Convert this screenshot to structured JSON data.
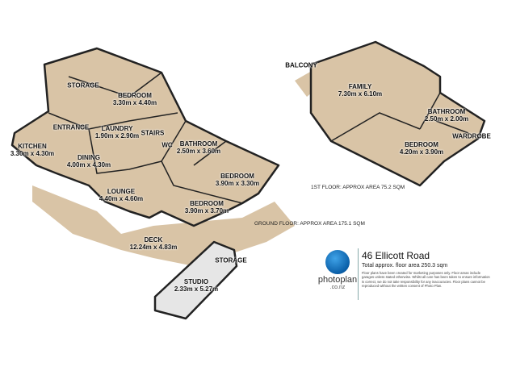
{
  "ground_floor": {
    "area_label": "GROUND FLOOR: APPROX AREA 175.1 SQM",
    "rooms": [
      {
        "name": "STORAGE",
        "dims": ""
      },
      {
        "name": "BEDROOM",
        "dims": "3.30m x 4.40m"
      },
      {
        "name": "ENTRANCE",
        "dims": ""
      },
      {
        "name": "LAUNDRY",
        "dims": "1.90m x 2.90m"
      },
      {
        "name": "STAIRS",
        "dims": ""
      },
      {
        "name": "KITCHEN",
        "dims": "3.30m x 4.30m"
      },
      {
        "name": "WC",
        "dims": ""
      },
      {
        "name": "BATHROOM",
        "dims": "2.50m x 3.60m"
      },
      {
        "name": "DINING",
        "dims": "4.00m x 4.30m"
      },
      {
        "name": "BEDROOM",
        "dims": "3.90m x 3.30m"
      },
      {
        "name": "LOUNGE",
        "dims": "4.40m x 4.60m"
      },
      {
        "name": "BEDROOM",
        "dims": "3.90m x 3.70m"
      },
      {
        "name": "DECK",
        "dims": "12.24m x 4.83m"
      },
      {
        "name": "STORAGE",
        "dims": ""
      },
      {
        "name": "STUDIO",
        "dims": "2.33m x 5.27m"
      }
    ]
  },
  "first_floor": {
    "area_label": "1ST FLOOR: APPROX AREA 75.2 SQM",
    "rooms": [
      {
        "name": "BALCONY",
        "dims": ""
      },
      {
        "name": "FAMILY",
        "dims": "7.30m x 6.10m"
      },
      {
        "name": "BATHROOM",
        "dims": "2.50m x 2.00m"
      },
      {
        "name": "WARDROBE",
        "dims": ""
      },
      {
        "name": "BEDROOM",
        "dims": "4.20m x 3.90m"
      }
    ]
  },
  "info": {
    "address": "46 Ellicott Road",
    "total": "Total approx. floor area 250.3 sqm",
    "disclaimer": "Floor plans have been created for marketing purposes only. Floor areas include garages unless stated otherwise. Whilst all care has been taken to ensure information is correct, we do not take responsibility for any inaccuracies. Floor plans cannot be reproduced without the written consent of Photo Plan.",
    "logo_text": "photoplan",
    "logo_sub": ".co.nz"
  },
  "colors": {
    "floor": "#d9c4a6",
    "wall": "#222222",
    "wall_face": "#e6e6e6",
    "logo": "#0a5fa8"
  }
}
